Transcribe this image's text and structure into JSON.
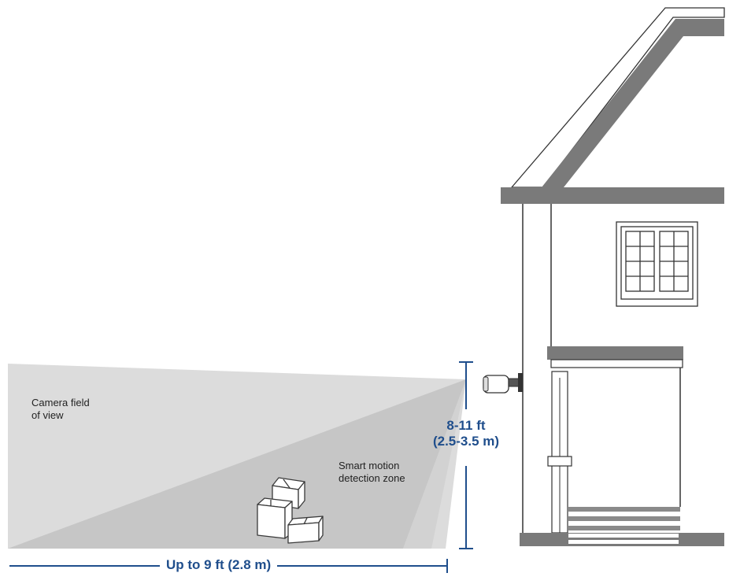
{
  "labels": {
    "field_of_view_line1": "Camera field",
    "field_of_view_line2": "of view",
    "detection_zone_line1": "Smart motion",
    "detection_zone_line2": "detection zone",
    "height_ft": "8-11 ft",
    "height_m": "(2.5-3.5 m)",
    "width": "Up to 9 ft (2.8 m)"
  },
  "colors": {
    "field_of_view": "#dcdcdc",
    "detection_zone": "#c4c4c4",
    "dimension": "#1f4e8c",
    "house_trim": "#7a7a7a",
    "outline": "#333333"
  },
  "icons": {
    "camera": "security-camera-icon",
    "boxes": "cardboard-boxes-icon",
    "window": "window-icon"
  }
}
